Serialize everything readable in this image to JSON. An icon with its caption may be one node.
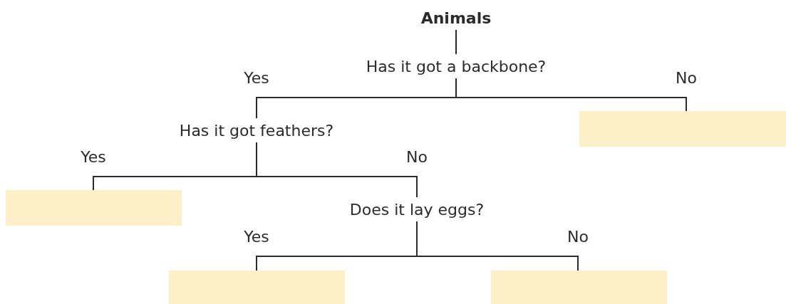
{
  "diagram": {
    "nodes": [
      {
        "text": [
          "Animals"
        ]
      },
      {
        "text": [
          "Has it got a backbone?"
        ]
      },
      {
        "text": [
          "Has it got feathers?"
        ]
      },
      {
        "text": [],
        "shape": "box"
      },
      {
        "text": [],
        "shape": "box"
      },
      {
        "text": [
          "Does it lay eggs?"
        ]
      },
      {
        "text": [],
        "shape": "box"
      },
      {
        "text": [],
        "shape": "box"
      }
    ],
    "edges": [
      {
        "from": 0,
        "to": 1,
        "arrow": "none"
      },
      {
        "from": 1,
        "to": 2,
        "arrow": "none",
        "label": "Yes"
      },
      {
        "from": 1,
        "to": 3,
        "arrow": "none",
        "label": "No"
      },
      {
        "from": 2,
        "to": 4,
        "arrow": "none",
        "label": "Yes"
      },
      {
        "from": 2,
        "to": 5,
        "arrow": "none",
        "label": "No"
      },
      {
        "from": 5,
        "to": 6,
        "arrow": "none",
        "label": "Yes"
      },
      {
        "from": 5,
        "to": 7,
        "arrow": "none",
        "label": "No"
      }
    ]
  }
}
